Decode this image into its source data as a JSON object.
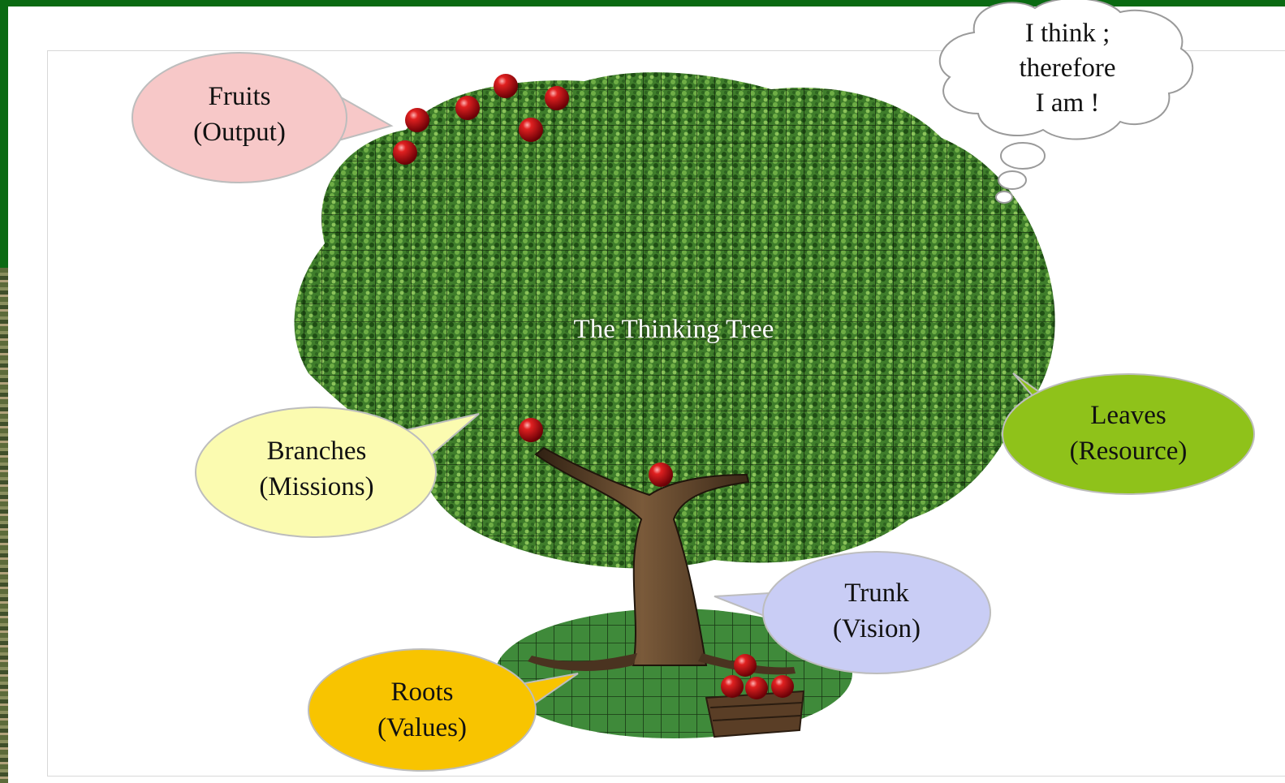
{
  "title": "The Thinking Tree",
  "thought": [
    "I think ;",
    "therefore",
    "I am !"
  ],
  "callouts": {
    "fruits": {
      "name": "Fruits",
      "meaning": "(Output)",
      "color": "#f7c8c8"
    },
    "branches": {
      "name": "Branches",
      "meaning": "(Missions)",
      "color": "#fbfbb0"
    },
    "leaves": {
      "name": "Leaves",
      "meaning": "(Resource)",
      "color": "#8fc21a"
    },
    "trunk": {
      "name": "Trunk",
      "meaning": "(Vision)",
      "color": "#c9cdf5"
    },
    "roots": {
      "name": "Roots",
      "meaning": "(Values)",
      "color": "#f8c400"
    }
  },
  "colors": {
    "frame": "#0a6a12",
    "foliage": "#3f7d2b",
    "apple": "#c0141c",
    "trunk": "#5a3e26"
  }
}
